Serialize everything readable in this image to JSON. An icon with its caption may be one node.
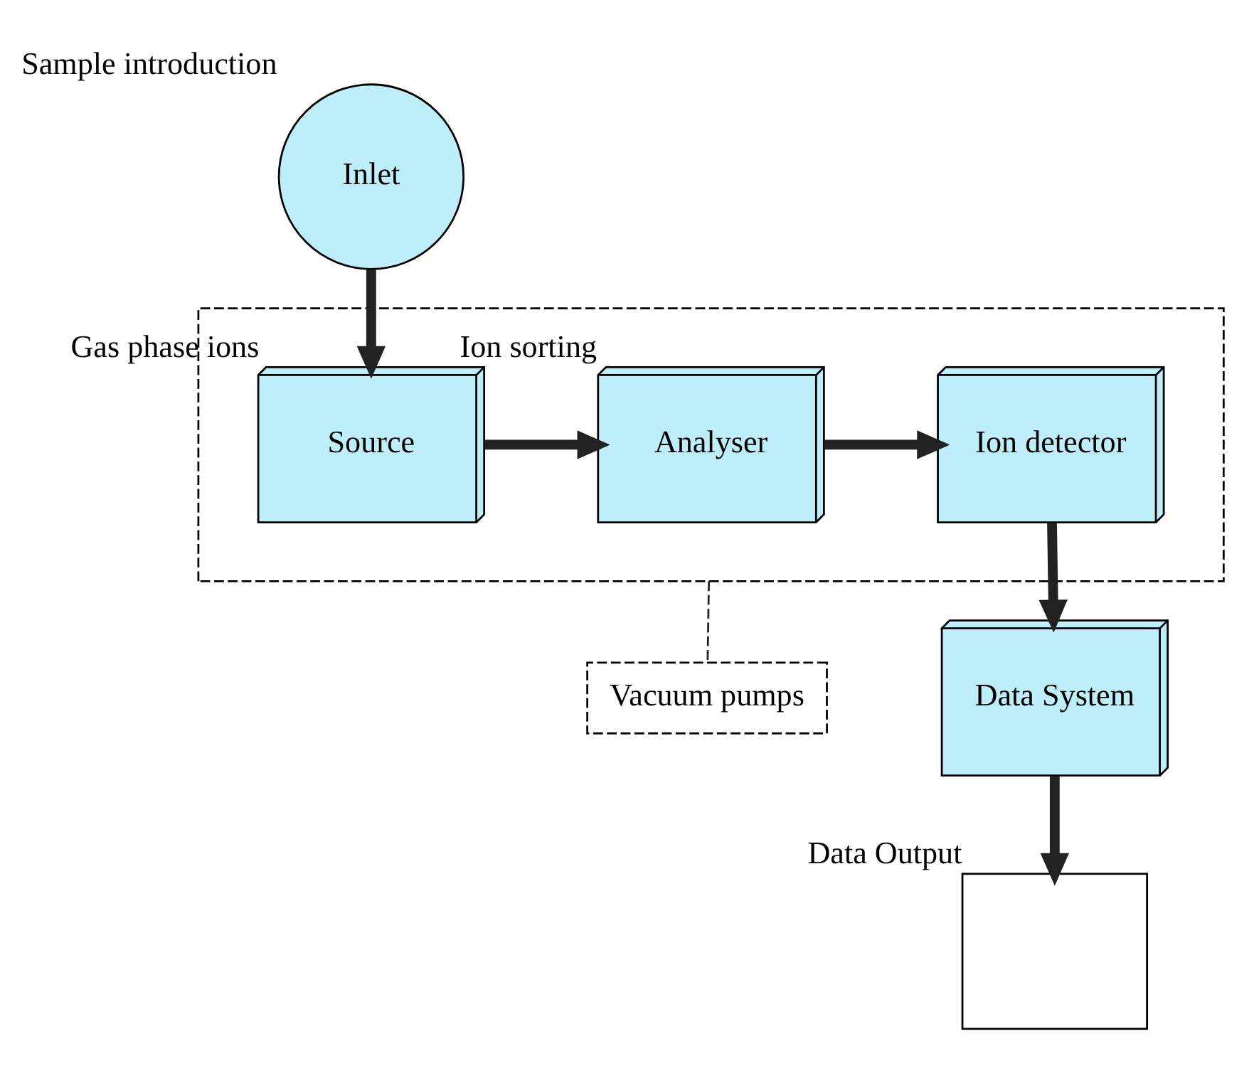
{
  "diagram": {
    "nodes": [
      {
        "text": [],
        "shape": "box"
      },
      {
        "text": [
          "Source"
        ],
        "beside": [
          "Gas phase ions"
        ],
        "in": 0
      },
      {
        "text": [
          "Analyser"
        ],
        "beside": [
          "Ion sorting"
        ],
        "in": 0
      },
      {
        "text": [
          "Ion detector"
        ],
        "in": 0
      },
      {
        "text": [
          "Inlet"
        ],
        "beside": [
          "Sample introduction"
        ]
      },
      {
        "text": [
          "Vacuum pumps"
        ]
      },
      {
        "text": [
          "Data System"
        ]
      },
      {
        "text": [],
        "shape": "box",
        "beside": [
          "Data Output"
        ]
      }
    ],
    "edges": [
      {
        "from": 4,
        "to": 1,
        "arrow": "to"
      },
      {
        "from": 1,
        "to": 2,
        "arrow": "to"
      },
      {
        "from": 2,
        "to": 3,
        "arrow": "to"
      },
      {
        "from": 3,
        "to": 6,
        "arrow": "to"
      },
      {
        "from": 6,
        "to": 7,
        "arrow": "to"
      },
      {
        "from": 0,
        "to": 5,
        "arrow": "none",
        "style": "dashed"
      }
    ]
  }
}
